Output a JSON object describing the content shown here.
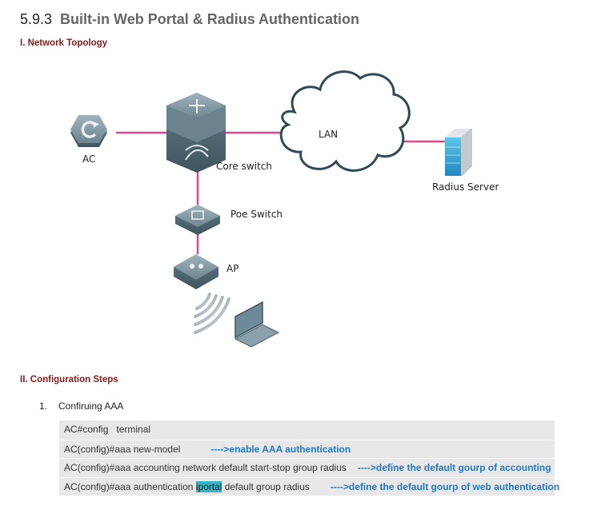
{
  "heading": {
    "number": "5.9.3",
    "title": "Built-in Web Portal & Radius Authentication"
  },
  "sections": {
    "topology": "I. Network Topology",
    "config": "II. Configuration Steps"
  },
  "diagram": {
    "link_color": "#e0468a",
    "nodes": {
      "ac": "AC",
      "core_switch": "Core switch",
      "lan": "LAN",
      "radius_server": "Radius Server",
      "poe_switch": "Poe Switch",
      "ap": "AP"
    }
  },
  "steps": [
    {
      "number": "1.",
      "title": "Confiruing AAA",
      "commands": [
        {
          "cmd": "AC#config   terminal",
          "highlight": "",
          "after": "",
          "comment": ""
        },
        {
          "cmd": "AC(config)#aaa new-model",
          "highlight": "",
          "after": "",
          "comment": "---->enable AAA authentication"
        },
        {
          "cmd": "AC(config)#aaa accounting network default start-stop group radius",
          "highlight": "",
          "after": "",
          "comment": "---->define the default gourp of accounting"
        },
        {
          "cmd": "AC(config)#aaa authentication ",
          "highlight": "iportal",
          "after": " default group radius",
          "comment": "---->define the default gourp of web authentication"
        }
      ]
    }
  ]
}
